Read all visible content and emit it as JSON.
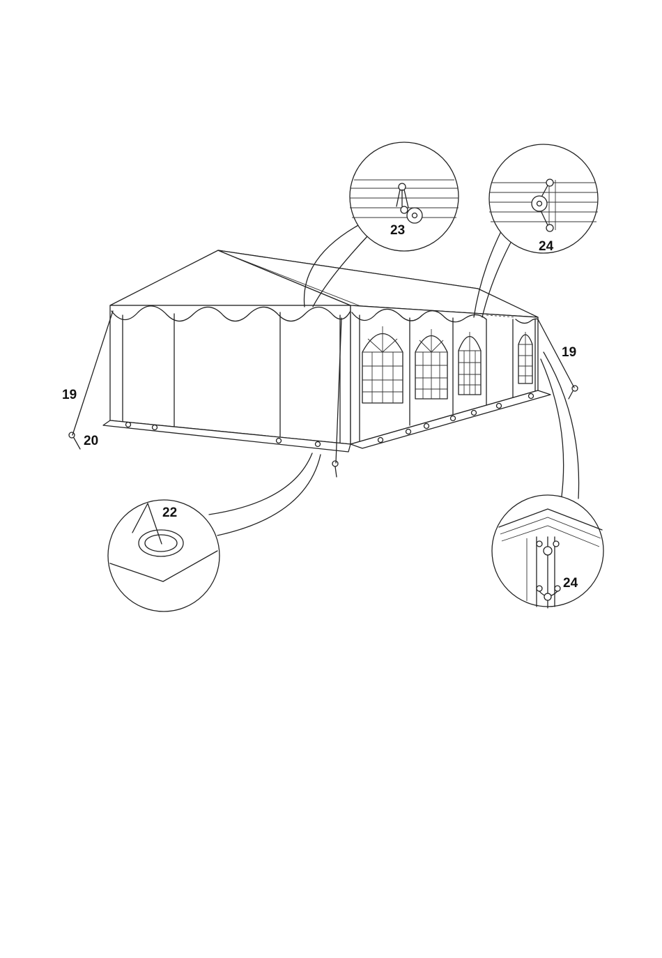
{
  "callouts": {
    "guy_rope_left": "19",
    "stake_left": "20",
    "ground_ring": "22",
    "roof_fastener": "23",
    "side_fastener": "24",
    "guy_rope_right": "19",
    "corner_fastener": "24"
  }
}
